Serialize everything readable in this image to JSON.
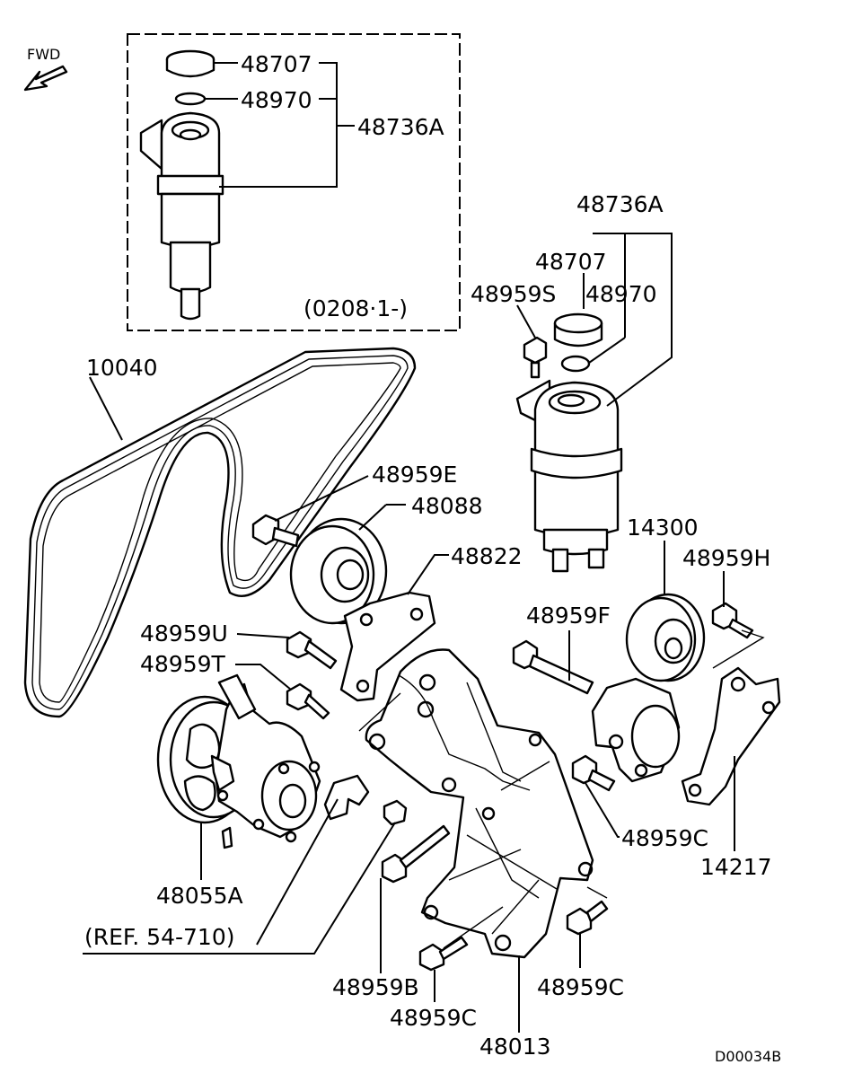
{
  "diagram": {
    "fwd_label": "FWD",
    "inset_note": "(0208·1-)",
    "reference": "(REF. 54-710)",
    "drawing_code": "D00034B",
    "callouts": {
      "cap_inset": "48707",
      "seal_inset": "48970",
      "tank_inset": "48736A",
      "tank": "48736A",
      "cap": "48707",
      "tank_bolt": "48959S",
      "seal": "48970",
      "belt": "10040",
      "idler_bolt": "48959E",
      "idler_pulley": "48088",
      "idler_bracket": "48822",
      "bolt_u": "48959U",
      "bolt_t": "48959T",
      "bolt_f": "48959F",
      "tensioner": "14300",
      "bolt_h": "48959H",
      "bolt_c_right": "48959C",
      "tensioner_bracket": "14217",
      "pump": "48055A",
      "bolt_b": "48959B",
      "bolt_c_lower": "48959C",
      "bolt_c_bottom": "48959C",
      "main_bracket": "48013"
    }
  }
}
